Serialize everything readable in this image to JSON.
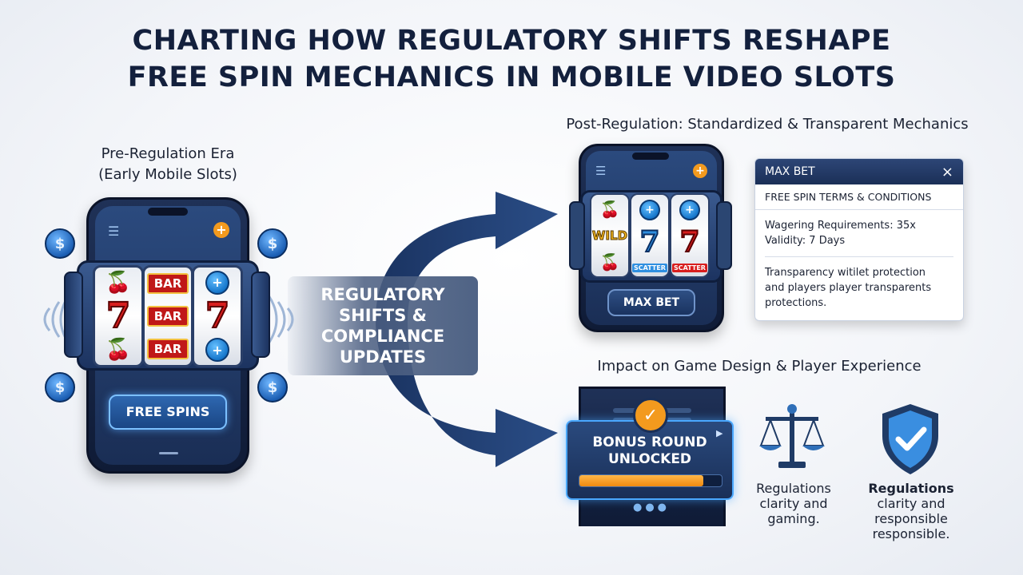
{
  "title": {
    "line1": "CHARTING HOW REGULATORY SHIFTS RESHAPE",
    "line2": "FREE SPIN MECHANICS IN MOBILE VIDEO SLOTS"
  },
  "pre": {
    "label1": "Pre-Regulation Era",
    "label2": "(Early Mobile Slots)",
    "bar": "BAR",
    "seven": "7",
    "coin": "$",
    "button": "FREE SPINS"
  },
  "center": {
    "line1": "REGULATORY",
    "line2": "SHIFTS &",
    "line3": "COMPLIANCE",
    "line4": "UPDATES"
  },
  "post": {
    "label": "Post-Regulation: Standardized & Transparent Mechanics",
    "wild": "WILD",
    "scatter": "SCATTER",
    "seven": "7",
    "button": "MAX BET"
  },
  "terms": {
    "header": "MAX BET",
    "close": "×",
    "subtitle": "FREE SPIN TERMS & CONDITIONS",
    "wagering": "Wagering Requirements: 35x",
    "validity": "Validity: 7 Days",
    "desc1": "Transparency witilet protection",
    "desc2": "and players player transparents",
    "desc3": "protections."
  },
  "impact": {
    "label": "Impact on Game Design & Player Experience",
    "bonus1": "BONUS ROUND",
    "bonus2": "UNLOCKED",
    "progress": 0.87,
    "scale_cap1": "Regulations",
    "scale_cap2": "clarity and",
    "scale_cap3": "gaming.",
    "shield_cap1": "Regulations",
    "shield_cap2": "clarity and",
    "shield_cap3": "responsible",
    "shield_cap4": "responsible."
  },
  "colors": {
    "navy": "#13203d",
    "arrow": "#1f3b66",
    "red": "#d81e1e",
    "accent_blue": "#2f8fe0",
    "orange": "#f39a1e"
  }
}
